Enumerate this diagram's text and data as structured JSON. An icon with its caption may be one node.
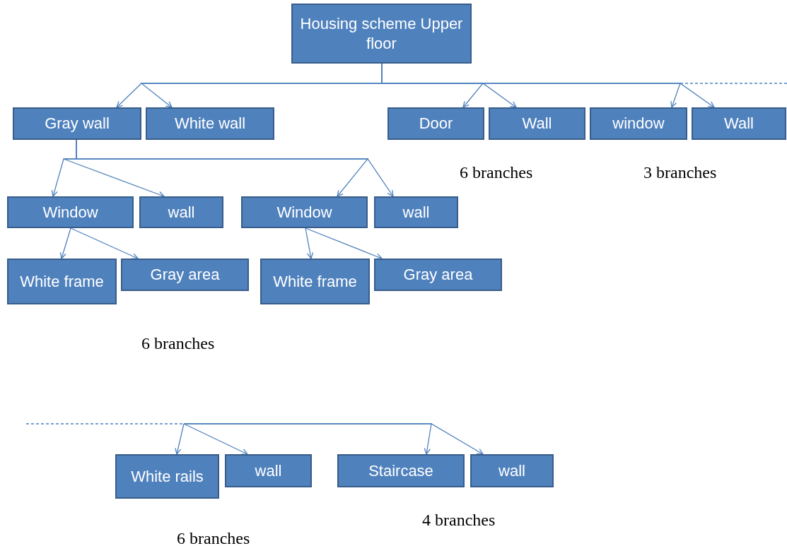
{
  "diagram": {
    "nodes": [
      {
        "text": [
          "Housing scheme Upper floor"
        ]
      },
      {
        "text": [
          "Gray wall"
        ]
      },
      {
        "text": [
          "White wall"
        ]
      },
      {
        "text": [
          "Door"
        ]
      },
      {
        "text": [
          "Wall"
        ]
      },
      {
        "text": [
          "window"
        ]
      },
      {
        "text": [
          "Wall"
        ]
      },
      {
        "text": [
          "Window"
        ]
      },
      {
        "text": [
          "wall"
        ]
      },
      {
        "text": [
          "Window"
        ]
      },
      {
        "text": [
          "wall"
        ]
      },
      {
        "text": [
          "White frame"
        ]
      },
      {
        "text": [
          "Gray area"
        ]
      },
      {
        "text": [
          "White frame"
        ]
      },
      {
        "text": [
          "Gray area"
        ]
      },
      {
        "text": [
          "White rails"
        ]
      },
      {
        "text": [
          "wall"
        ]
      },
      {
        "text": [
          "Staircase"
        ]
      },
      {
        "text": [
          "wall"
        ]
      }
    ],
    "edges": [
      {
        "from": 0,
        "to": 1,
        "arrow": "to"
      },
      {
        "from": 0,
        "to": 2,
        "arrow": "to"
      },
      {
        "from": 0,
        "to": 3,
        "arrow": "to"
      },
      {
        "from": 0,
        "to": 4,
        "arrow": "to"
      },
      {
        "from": 0,
        "to": 5,
        "arrow": "to"
      },
      {
        "from": 0,
        "to": 6,
        "arrow": "to"
      },
      {
        "from": 1,
        "to": 7,
        "arrow": "to"
      },
      {
        "from": 1,
        "to": 8,
        "arrow": "to"
      },
      {
        "from": 1,
        "to": 9,
        "arrow": "to"
      },
      {
        "from": 1,
        "to": 10,
        "arrow": "to"
      },
      {
        "from": 7,
        "to": 11,
        "arrow": "to"
      },
      {
        "from": 7,
        "to": 12,
        "arrow": "to"
      },
      {
        "from": 9,
        "to": 13,
        "arrow": "to"
      },
      {
        "from": 9,
        "to": 14,
        "arrow": "to"
      },
      {
        "from": null,
        "to": 15,
        "arrow": "to"
      },
      {
        "from": null,
        "to": 16,
        "arrow": "to"
      },
      {
        "from": null,
        "to": 17,
        "arrow": "to"
      },
      {
        "from": null,
        "to": 18,
        "arrow": "to"
      }
    ],
    "labels": [
      "6 branches",
      "3 branches",
      "6 branches",
      "4 branches",
      "6 branches"
    ]
  }
}
